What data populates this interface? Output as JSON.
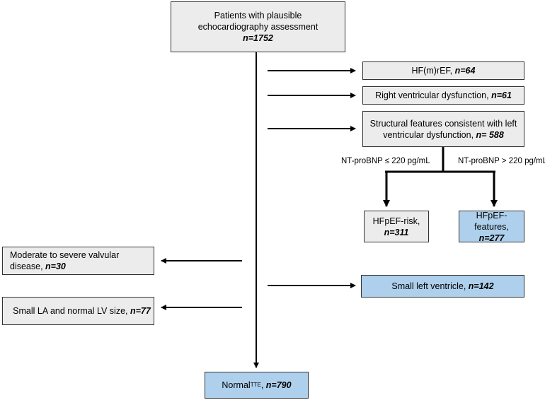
{
  "boxes": {
    "top": {
      "line1": "Patients with plausible",
      "line2": "echocardiography assessment",
      "n": "n=1752"
    },
    "hfmref": {
      "label": "HF(m)rEF,",
      "n": "n=64"
    },
    "rv": {
      "label": "Right ventricular dysfunction,",
      "n": "n=61"
    },
    "structural": {
      "line1": "Structural features consistent with left",
      "line2": "ventricular dysfunction,",
      "n": "n= 588"
    },
    "hfpef_risk": {
      "label": "HFpEF-risk,",
      "n": "n=311"
    },
    "hfpef_features": {
      "label": "HFpEF-features,",
      "n": "n=277"
    },
    "valvular": {
      "line1": "Moderate to severe valvular",
      "line2": "disease,",
      "n": "n=30"
    },
    "small_la": {
      "label": "Small LA and normal  LV size,",
      "n": "n=77"
    },
    "small_lv": {
      "label": "Small left ventricle,",
      "n": "n=142"
    },
    "normal": {
      "label": "Normal",
      "sup": "TTE",
      "comma": ",",
      "n": "n=790"
    }
  },
  "conditions": {
    "low": "NT-proBNP ≤ 220 pg/mL",
    "high": "NT-proBNP > 220 pg/mL"
  },
  "colors": {
    "grey_box": "#ececec",
    "blue_box": "#aed0ec",
    "line": "#000000"
  }
}
